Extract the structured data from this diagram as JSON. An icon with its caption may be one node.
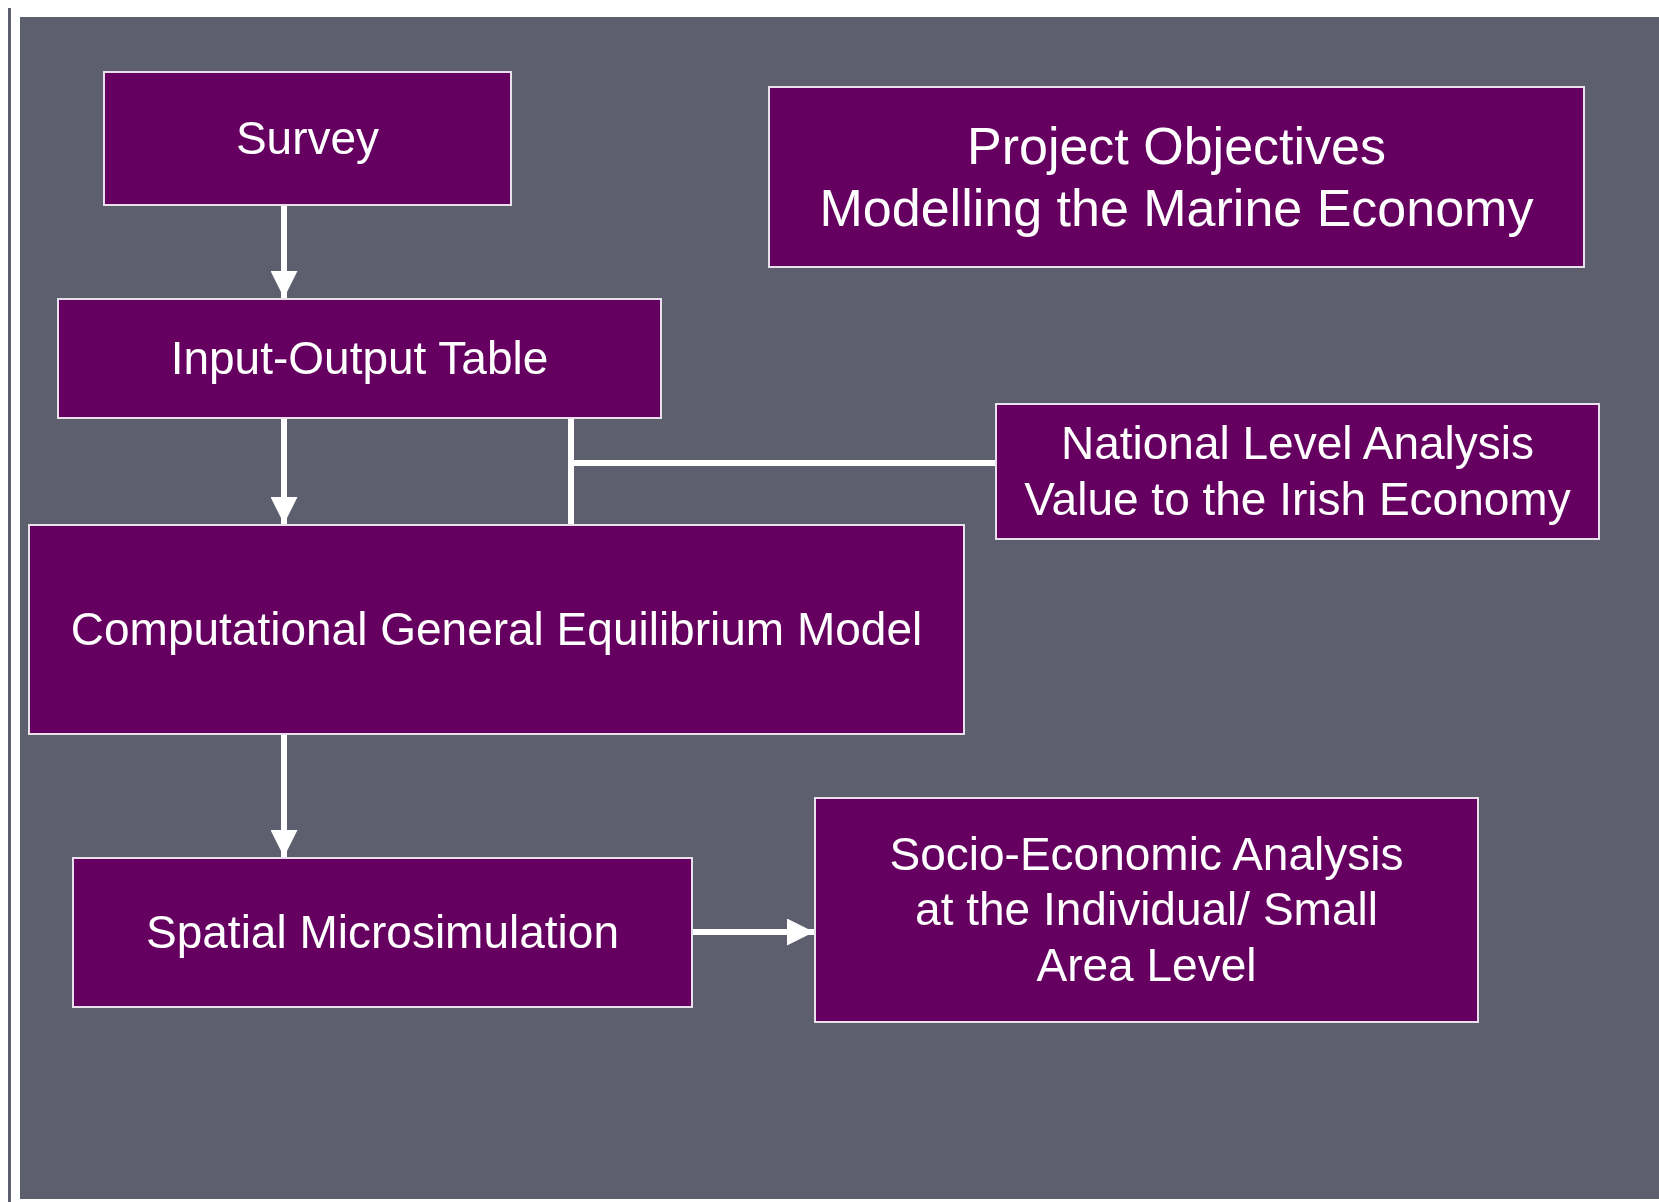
{
  "diagram": {
    "nodes": [
      {
        "text": [
          "Survey"
        ]
      },
      {
        "text": [
          "Project Objectives",
          "Modelling the Marine Economy"
        ]
      },
      {
        "text": [
          "Input-Output Table"
        ]
      },
      {
        "text": [
          "National Level Analysis",
          "Value to the Irish Economy"
        ]
      },
      {
        "text": [
          "Computational General Equilibrium Model"
        ]
      },
      {
        "text": [
          "Spatial Microsimulation"
        ]
      },
      {
        "text": [
          "Socio-Economic Analysis at the Individual/ Small Area Level"
        ]
      }
    ],
    "edges": [
      {
        "from": 0,
        "to": 2,
        "arrow": "to"
      },
      {
        "from": 2,
        "to": 4,
        "arrow": "to"
      },
      {
        "from": 2,
        "to": 3,
        "arrow": "none"
      },
      {
        "from": 4,
        "to": 3,
        "arrow": "none"
      },
      {
        "from": 4,
        "to": 5,
        "arrow": "to"
      },
      {
        "from": 5,
        "to": 6,
        "arrow": "to"
      }
    ]
  }
}
